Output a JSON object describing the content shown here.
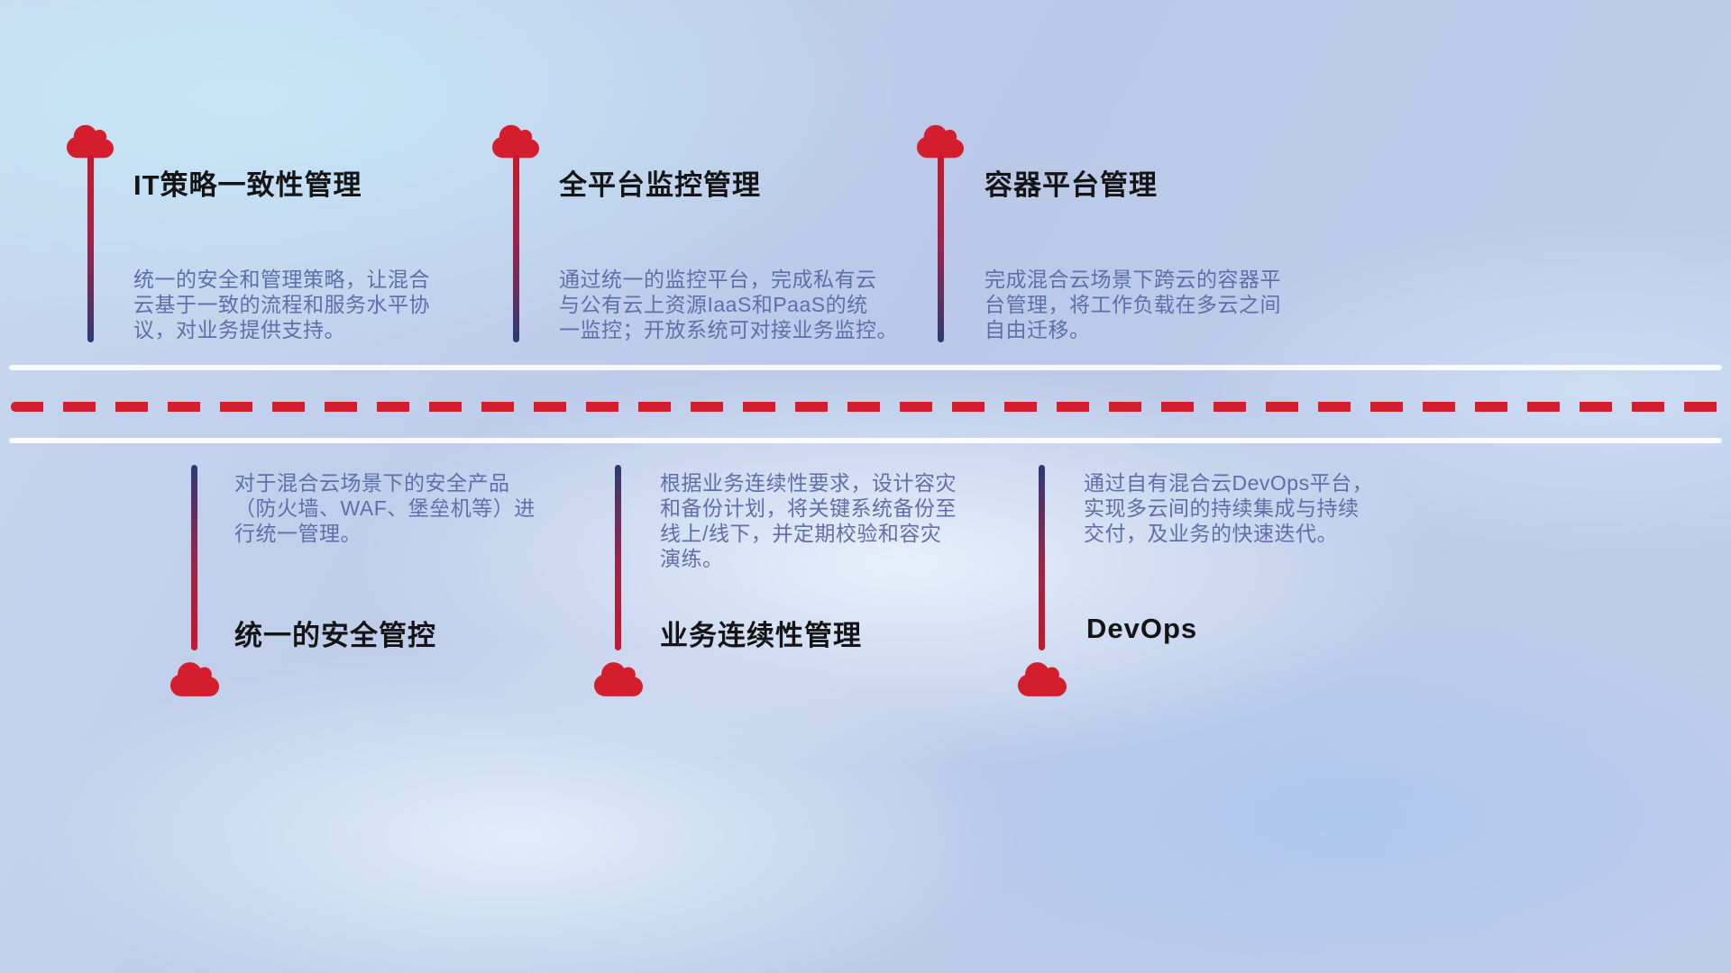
{
  "top_items": [
    {
      "icon": "cloud-icon",
      "title": "IT策略一致性管理",
      "desc": "统一的安全和管理策略，让混合\n云基于一致的流程和服务水平协\n议，对业务提供支持。"
    },
    {
      "icon": "cloud-icon",
      "title": "全平台监控管理",
      "desc": "通过统一的监控平台，完成私有云\n与公有云上资源IaaS和PaaS的统\n一监控；开放系统可对接业务监控。"
    },
    {
      "icon": "cloud-icon",
      "title": "容器平台管理",
      "desc": "完成混合云场景下跨云的容器平\n台管理，将工作负载在多云之间\n自由迁移。"
    }
  ],
  "bottom_items": [
    {
      "icon": "cloud-icon",
      "title": "统一的安全管控",
      "desc": "对于混合云场景下的安全产品\n（防火墙、WAF、堡垒机等）进\n行统一管理。"
    },
    {
      "icon": "cloud-icon",
      "title": "业务连续性管理",
      "desc": "根据业务连续性要求，设计容灾\n和备份计划，将关键系统备份至\n线上/线下，并定期校验和容灾\n演练。"
    },
    {
      "icon": "cloud-icon",
      "title": "DevOps",
      "desc": "通过自有混合云DevOps平台，\n实现多云间的持续集成与持续\n交付，及业务的快速迭代。"
    }
  ],
  "colors": {
    "accent_red": "#d41e2e",
    "accent_navy": "#2e3a74",
    "title_color": "#141414",
    "description_color": "#5e6fa9"
  }
}
